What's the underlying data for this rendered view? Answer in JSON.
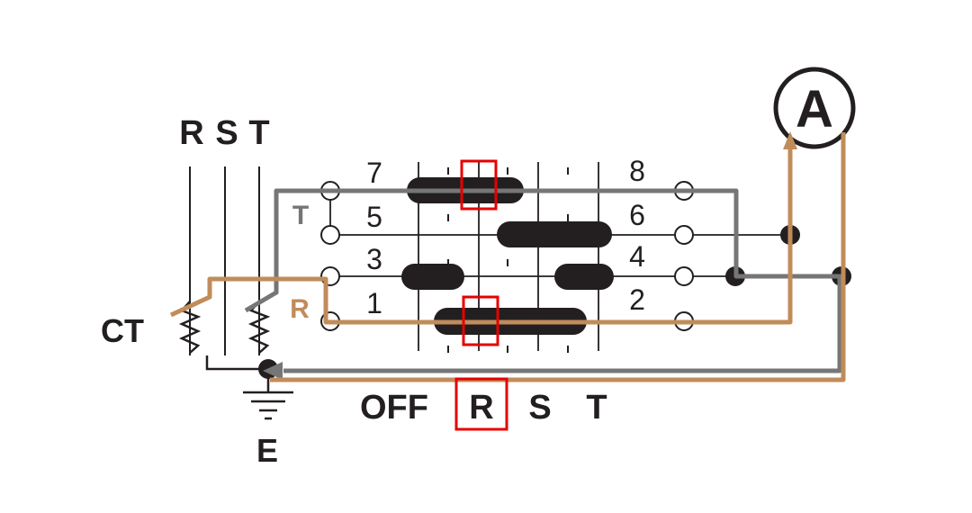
{
  "bus_labels": {
    "r": "R",
    "s": "S",
    "t": "T"
  },
  "ct_label": "CT",
  "earth_label": "E",
  "ammeter_symbol": "A",
  "terminals": {
    "t1": "1",
    "t2": "2",
    "t3": "3",
    "t4": "4",
    "t5": "5",
    "t6": "6",
    "t7": "7",
    "t8": "8"
  },
  "positions": {
    "off": "OFF",
    "r": "R",
    "s": "S",
    "t": "T"
  },
  "path_labels": {
    "t_path": "T",
    "r_path": "R"
  },
  "colors": {
    "ink": "#231f20",
    "gray_path": "#767676",
    "brown_path": "#c08c5a",
    "highlight": "#e60000",
    "grid": "#6e6e6e"
  }
}
